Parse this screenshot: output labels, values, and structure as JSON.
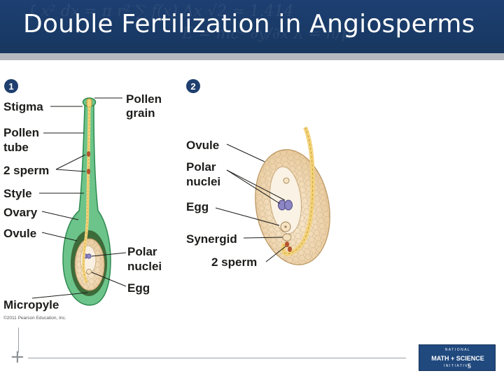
{
  "slide": {
    "title": "Double Fertilization in Angiosperms",
    "page_number": "5"
  },
  "panel1": {
    "step": "1",
    "labels": {
      "stigma": "Stigma",
      "pollen_grain_1": "Pollen",
      "pollen_grain_2": "grain",
      "pollen_tube_1": "Pollen",
      "pollen_tube_2": "tube",
      "two_sperm": "2 sperm",
      "style": "Style",
      "ovary": "Ovary",
      "ovule": "Ovule",
      "polar_nuclei_1": "Polar",
      "polar_nuclei_2": "nuclei",
      "egg": "Egg",
      "micropyle": "Micropyle"
    },
    "copyright": "©2011 Pearson Education, Inc."
  },
  "panel2": {
    "step": "2",
    "labels": {
      "ovule": "Ovule",
      "polar_nuclei_1": "Polar",
      "polar_nuclei_2": "nuclei",
      "egg": "Egg",
      "synergid": "Synergid",
      "two_sperm": "2 sperm"
    }
  },
  "logo": {
    "line1": "NATIONAL",
    "line2": "MATH + SCIENCE",
    "line3": "INITIATIVE"
  },
  "colors": {
    "title_bar": "#1d3f72",
    "pistil_green": "#5fbf7f",
    "pollen_tube": "#f3d27a",
    "ovule_tan": "#f0d9b0",
    "polar_nuclei": "#8c86c4",
    "sperm": "#b5532c"
  }
}
